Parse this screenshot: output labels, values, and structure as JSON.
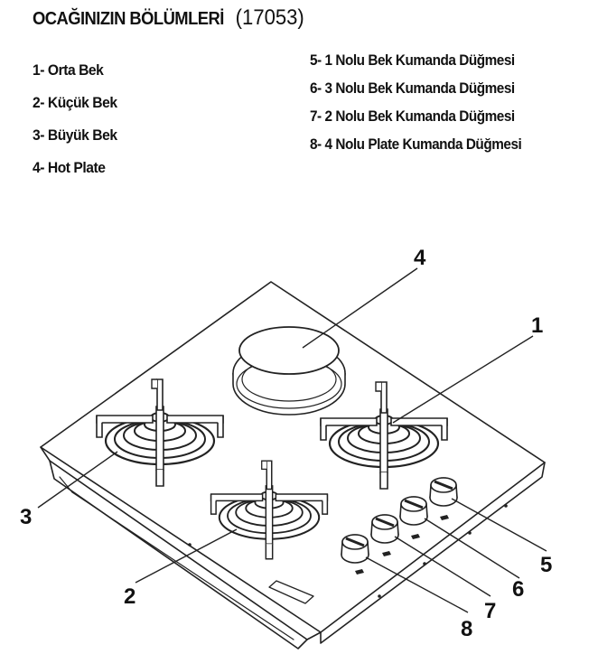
{
  "header": {
    "title": "OCAĞINIZIN BÖLÜMLERİ",
    "model_code": "(17053)"
  },
  "legend_left": [
    "1- Orta Bek",
    "2- Küçük Bek",
    "3- Büyük Bek",
    "4- Hot Plate"
  ],
  "legend_right": [
    "5- 1 Nolu Bek Kumanda Düğmesi",
    "6- 3 Nolu Bek Kumanda Düğmesi",
    "7- 2 Nolu Bek Kumanda Düğmesi",
    "8- 4 Nolu Plate Kumanda Düğmesi"
  ],
  "callouts": {
    "c1": "1",
    "c2": "2",
    "c3": "3",
    "c4": "4",
    "c5": "5",
    "c6": "6",
    "c7": "7",
    "c8": "8"
  }
}
